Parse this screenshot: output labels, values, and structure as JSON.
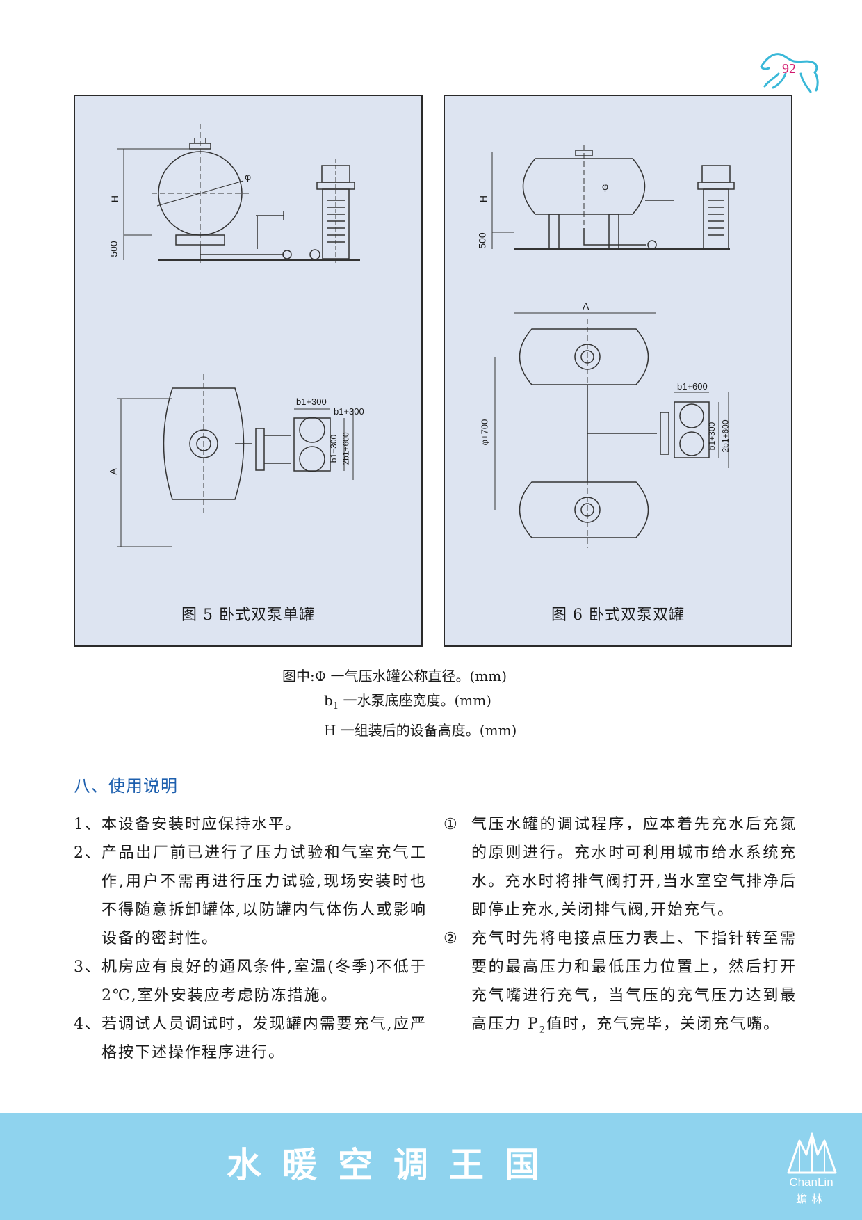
{
  "page_number": "92",
  "figures": [
    {
      "caption": "图 5  卧式双泵单罐",
      "labels": {
        "H": "H",
        "h500": "500",
        "phi": "φ",
        "A": "A",
        "b1_300": "b1+300",
        "b1_300b": "b1+300",
        "b1_300_v": "b1+300",
        "b2_600_v": "2b1+600"
      }
    },
    {
      "caption": "图 6   卧式双泵双罐",
      "labels": {
        "H": "H",
        "h500": "500",
        "phi": "φ",
        "A": "A",
        "phi700": "φ+700",
        "b1_600": "b1+600",
        "b1_300_v": "b1+300",
        "b2_600_v": "2b1+600"
      }
    }
  ],
  "legend": {
    "row1_prefix": "图中:",
    "row1_sym": "Φ",
    "row1_text": "一气压水罐公称直径。(mm)",
    "row2_sym": "b",
    "row2_sub": "1",
    "row2_text": "一水泵底座宽度。(mm)",
    "row3_sym": "H",
    "row3_text": "一组装后的设备高度。(mm)"
  },
  "section": {
    "heading": "八、使用说明",
    "left_items": [
      {
        "num": "1、",
        "text": "本设备安装时应保持水平。"
      },
      {
        "num": "2、",
        "text": "产品出厂前已进行了压力试验和气室充气工作,用户不需再进行压力试验,现场安装时也不得随意拆卸罐体,以防罐内气体伤人或影响设备的密封性。"
      },
      {
        "num": "3、",
        "text": "机房应有良好的通风条件,室温(冬季)不低于 2℃,室外安装应考虑防冻措施。"
      },
      {
        "num": "4、",
        "text": "若调试人员调试时，发现罐内需要充气,应严格按下述操作程序进行。"
      }
    ],
    "right_items": [
      {
        "num": "①",
        "text": "气压水罐的调试程序，应本着先充水后充氮的原则进行。充水时可利用城市给水系统充水。充水时将排气阀打开,当水室空气排净后即停止充水,关闭排气阀,开始充气。"
      },
      {
        "num": "②",
        "text_a": "充气时先将电接点压力表上、下指针转至需要的最高压力和最低压力位置上，然后打开充气嘴进行充气，当气压的充气压力达到最高压力 P",
        "sub": "2",
        "text_b": "值时，充气完毕，关闭充气嘴。"
      }
    ]
  },
  "footer": {
    "title": "水暖空调王国",
    "brand_en": "ChanLin",
    "brand_cn": "蟾林"
  },
  "colors": {
    "panel_bg": "#dde4f1",
    "heading_blue": "#1d5fae",
    "footer_band": "#8fd3ee",
    "page_num": "#d2186e",
    "logo_cyan": "#3ab8d8"
  }
}
